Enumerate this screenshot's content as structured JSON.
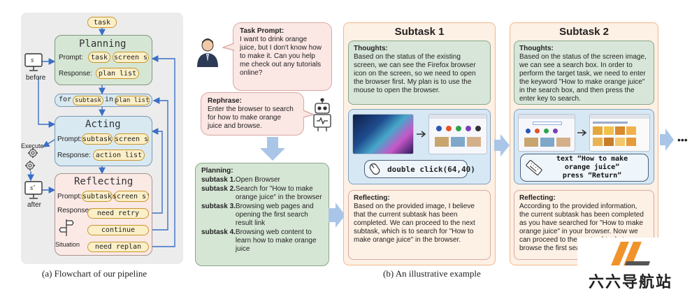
{
  "flowchart": {
    "task": "task",
    "planning": {
      "title": "Planning",
      "prompt_label": "Prompt:",
      "prompt_pill1": "task",
      "prompt_pill2": "screen s",
      "response_label": "Response:",
      "response_pill": "plan list"
    },
    "for_loop": {
      "for": "for",
      "subtask": "subtask",
      "in": "in",
      "plan_list": "plan list"
    },
    "acting": {
      "title": "Acting",
      "prompt_label": "Prompt:",
      "prompt_pill1": "subtask",
      "prompt_pill2": "screen s",
      "response_label": "Response:",
      "response_pill": "action list"
    },
    "reflecting": {
      "title": "Reflecting",
      "prompt_label": "Prompt:",
      "prompt_pill1": "subtask",
      "prompt_pill2": "screen s'",
      "response_label": "Response:",
      "situation_label": "Situation",
      "options": [
        "need retry",
        "continue",
        "need replan"
      ]
    },
    "screen_before_symbol": "s",
    "screen_before_label": "before",
    "screen_after_symbol": "s'",
    "screen_after_label": "after",
    "execute_label": "Execute",
    "caption": "(a) Flowchart of our pipeline"
  },
  "example": {
    "task_prompt_title": "Task Prompt:",
    "task_prompt_text": "I want to drink orange juice, but I don't know how to make it. Can you help me check out any tutorials online?",
    "rephrase_title": "Rephrase:",
    "rephrase_text": "Enter the browser to search for how to make orange juice and browse.",
    "planning_title": "Planning:",
    "planning_items": [
      {
        "label": "subtask 1.",
        "text": "Open Browser"
      },
      {
        "label": "subtask 2.",
        "text": "Search for \"How to make orange juice\" in the browser"
      },
      {
        "label": "subtask 3.",
        "text": "Browsing web pages and opening the first search result link"
      },
      {
        "label": "subtask 4.",
        "text": "Browsing web content to learn how to make orange juice"
      }
    ],
    "caption": "(b) An illustrative example"
  },
  "subtask1": {
    "title": "Subtask 1",
    "thoughts_title": "Thoughts:",
    "thoughts_text": "Based on the status of the existing screen, we can see the Firefox browser icon on the screen, so we need to open the browser first. My plan is to use the mouse to open the browser.",
    "action": "double click(64,40)",
    "reflecting_title": "Reflecting:",
    "reflecting_text": "Based on the provided image, I believe that the current subtask has been completed. We can proceed to the next subtask, which is to search for \"How to make orange juice\" in the browser."
  },
  "subtask2": {
    "title": "Subtask 2",
    "thoughts_title": "Thoughts:",
    "thoughts_text": "Based on the status of the screen image, we can see a search box. In order to perform the target task, we need to enter the keyword \"How to make orange juice\" in the search box, and then press the enter key to search.",
    "action_line1": "text “How to make",
    "action_line2": "orange juice”",
    "action_line3": "press “Return”",
    "reflecting_title": "Reflecting:",
    "reflecting_text": "According to the provided information, the current subtask has been completed as you have searched for \"How to make orange juice\" in your browser. Now we can proceed to the next subtask, to browse the first search result."
  },
  "ellipsis": "•••",
  "watermark_text": "六六导航站",
  "colors": {
    "panel_gray": "#ececec",
    "planning_green": "#d6e6d5",
    "acting_blue": "#d8e9f2",
    "reflect_pink": "#fbe9e6",
    "pill_yellow": "#fbefc8",
    "arrow_blue": "#3b6fc6",
    "subtask_panel": "#fdf0e4",
    "subtask_border": "#f1b88c",
    "thought_green": "#d8e6d9",
    "action_blue": "#d7e8f5",
    "big_arrow": "#a9c6e8"
  }
}
